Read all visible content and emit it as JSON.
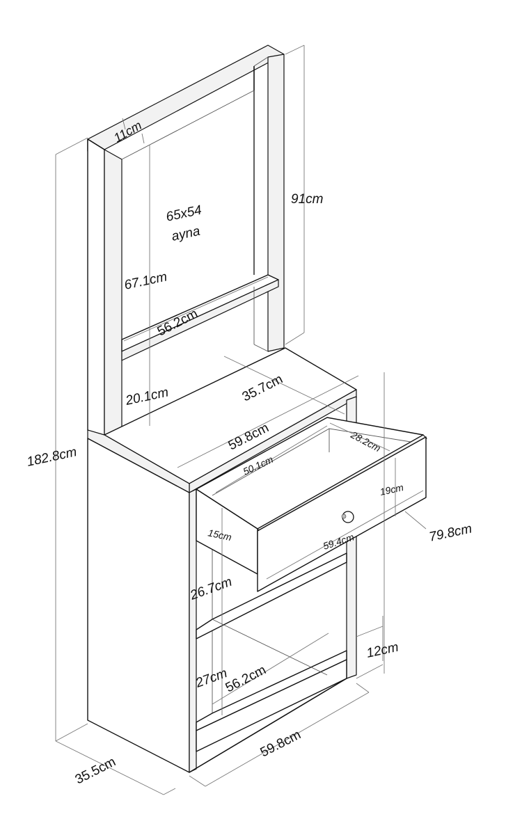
{
  "diagram": {
    "title": "Dressing table with mirror – technical drawing",
    "mirror": {
      "size_label": "65x54",
      "name_label": "ayna"
    },
    "dimensions": {
      "top_depth": "11cm",
      "upper_height": "91cm",
      "mirror_height": "67.1cm",
      "shelf_width_upper": "56.2cm",
      "upper_gap": "20.1cm",
      "desk_depth": "35.7cm",
      "desk_width": "59.8cm",
      "total_height": "182.8cm",
      "drawer_inner_width": "50.1cm",
      "drawer_inner_depth": "28.2cm",
      "drawer_front_height": "19cm",
      "drawer_side_height": "15cm",
      "drawer_front_width": "59.4cm",
      "desk_height": "79.8cm",
      "shelf1_gap": "26.7cm",
      "shelf2_gap": "27cm",
      "shelf_width_lower": "56.2cm",
      "plinth_height": "12cm",
      "base_width": "59.8cm",
      "base_depth": "35.5cm"
    }
  }
}
